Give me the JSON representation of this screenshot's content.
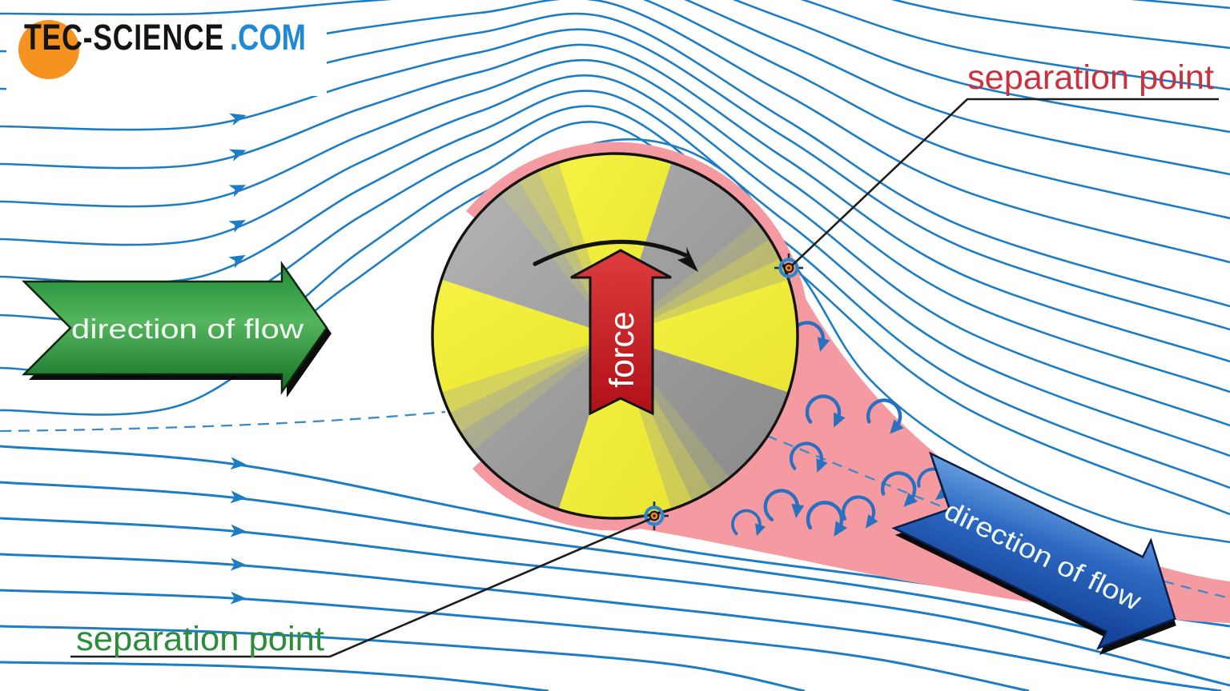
{
  "logo": {
    "name": "TEC-SCIENCE",
    "tld": ".COM"
  },
  "labels": {
    "separation_point_top": "separation point",
    "separation_point_bottom": "separation point",
    "flow_left": "direction of flow",
    "flow_right": "direction of flow",
    "force": "force"
  },
  "colors": {
    "streamline_blue": "#1d7dc4",
    "dashed_blue": "#3a8cc9",
    "swirl_blue": "#2a70c0",
    "wake_pink": "#f59aa0",
    "ball_yellow": "#f2ee3c",
    "ball_gray": "#9e9e9e",
    "force_red": "#c81d25",
    "flow_arrow_green": "#2f9241",
    "flow_arrow_blue": "#2a62b5",
    "label_red": "#c9323e",
    "label_green": "#2c8c3c",
    "logo_orange": "#f6921e",
    "logo_blue": "#2089d5",
    "marker_orange": "#f08a1c",
    "marker_blue": "#2f87c9"
  }
}
